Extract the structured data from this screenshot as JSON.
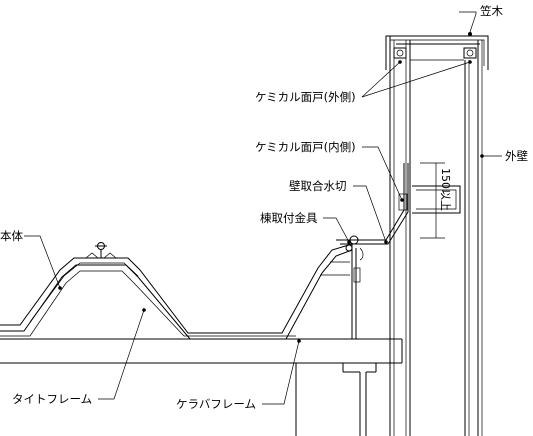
{
  "labels": {
    "kasagi": "笠木",
    "chemical_outer": "ケミカル面戸(外側)",
    "chemical_inner": "ケミカル面戸(内側)",
    "outer_wall": "外壁",
    "wall_flashing": "壁取合水切",
    "ridge_fitting": "棟取付金具",
    "main_body": "本体",
    "tight_frame": "タイトフレーム",
    "kerapa_frame": "ケラバフレーム",
    "dimension": "150以上"
  }
}
